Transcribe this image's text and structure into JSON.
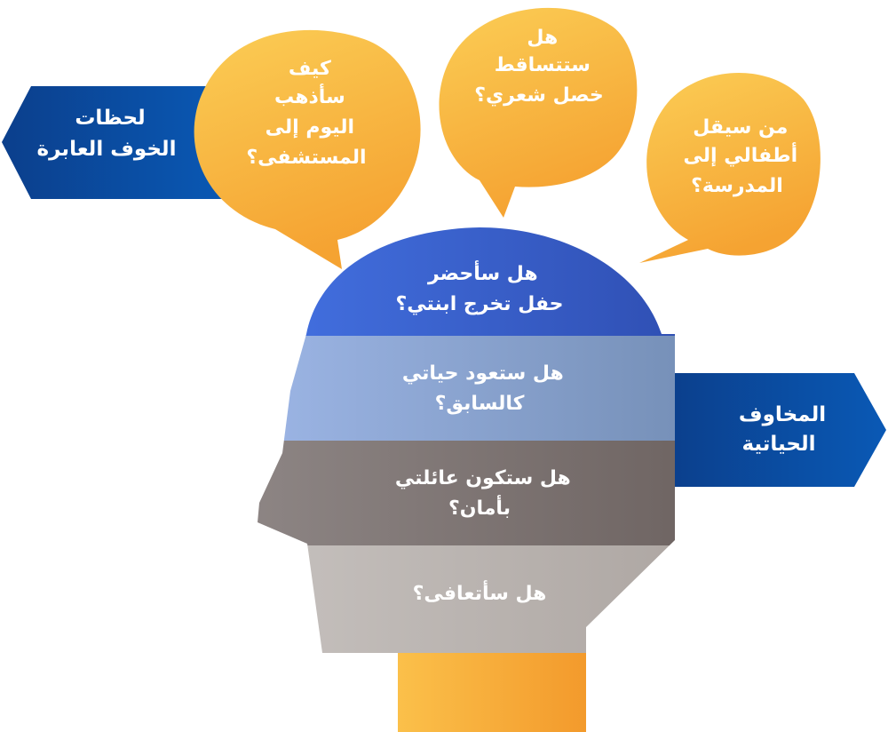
{
  "arrows": {
    "left": {
      "lines": [
        "لحظات",
        "الخوف العابرة"
      ]
    },
    "right": {
      "lines": [
        "المخاوف",
        "الحياتية"
      ]
    }
  },
  "bubbles": [
    {
      "lines": [
        "كيف",
        "سأذهب",
        "اليوم إلى",
        "المستشفى؟"
      ]
    },
    {
      "lines": [
        "هل",
        "ستتساقط",
        "خصل شعري؟"
      ]
    },
    {
      "lines": [
        "من سيقل",
        "أطفالي إلى",
        "المدرسة؟"
      ]
    }
  ],
  "bands": [
    {
      "lines": [
        "هل سأحضر",
        "حفل تخرج ابنتي؟"
      ]
    },
    {
      "lines": [
        "هل ستعود حياتي",
        "كالسابق؟"
      ]
    },
    {
      "lines": [
        "هل ستكون عائلتي",
        "بأمان؟"
      ]
    },
    {
      "lines": [
        "هل سأتعافى؟"
      ]
    }
  ],
  "colors": {
    "navy": "#0b3f8c",
    "blue": "#0a59b5",
    "orange_light": "#fbcd55",
    "orange_dark": "#f5a332",
    "band1": "#3d5fdc",
    "band2": "#8fa9d4",
    "band3": "#7e7474",
    "band4": "#bcb5b1",
    "neck": "#f6ab3a"
  }
}
